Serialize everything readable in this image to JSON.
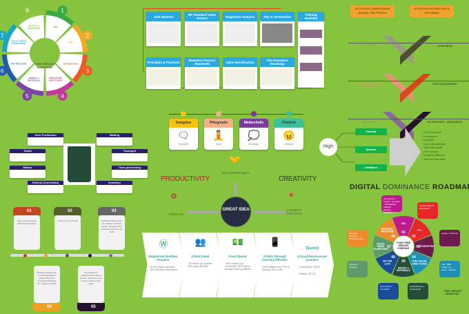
{
  "colors": {
    "background": "#86c440",
    "accent_blue": "#29a9df",
    "arrow_red": "#e8401c",
    "orange": "#f0a330",
    "green_pill": "#13b24b"
  },
  "wheel": {
    "logo": "TREE SERVICE MARKETER",
    "segments": [
      {
        "n": "1",
        "label": "SEO",
        "color": "#3aa843"
      },
      {
        "n": "2",
        "label": "PPC",
        "color": "#f7a823"
      },
      {
        "n": "3",
        "label": "RETARGETING",
        "color": "#ef5a24"
      },
      {
        "n": "4",
        "label": "FIND ONLINE DIRECTORIES",
        "color": "#c23a99"
      },
      {
        "n": "5",
        "label": "REPEAT & REFERRALS",
        "color": "#7a45a5"
      },
      {
        "n": "6",
        "label": "PAY PER LEAD",
        "color": "#1f5bb0"
      },
      {
        "n": "7",
        "label": "SOCIAL MEDIA ADVERTISING",
        "color": "#1aa6c9"
      },
      {
        "n": "8",
        "label": "REFERRAL PROGRAMS",
        "color": "#8dc540"
      }
    ]
  },
  "process": {
    "top": [
      "UOS Element",
      "BP Standard Value Drivers",
      "Diagnostic Analysis",
      "Tips & Termination"
    ],
    "bottom": [
      "Principles & Practices",
      "Business Process Standards",
      "Value Identification",
      "Site Execution Roadmap"
    ],
    "side": "Training Modules"
  },
  "activities": {
    "left_header": "ACTIVITIES UNDERTAKEN DURING THE PERIOD",
    "right_header": "ACTIVITIES IN PROCESS & UPCOMING",
    "rows": [
      {
        "left": "INTERVIEWS",
        "right": "INTERVIEWS",
        "lc": "#9a9a86",
        "rc": "#4a5030"
      },
      {
        "left": "STAFF ENGAGEMENT IN STRUCTURE",
        "right": "STAFF ENGAGEMENT",
        "lc": "#e49478",
        "rc": "#d8481c"
      },
      {
        "left": "NEW STAFF",
        "right": "RECRUITMENT / ASSIGNMENT",
        "lc": "#8a6a98",
        "rc": "#2a1030"
      }
    ]
  },
  "temperaments": [
    {
      "name": "Sanguine",
      "trait": "Optimistic",
      "color": "#f7c20f",
      "icon": "person-speech-icon"
    },
    {
      "name": "Phlegmatic",
      "trait": "Calm",
      "color": "#f5b08a",
      "icon": "meditation-icon"
    },
    {
      "name": "Melancholic",
      "trait": "Nostalgic",
      "color": "#7a3a9e",
      "icon": "thinking-icon"
    },
    {
      "name": "Choleric",
      "trait": "Irritable",
      "color": "#3cbf9a",
      "icon": "angry-icon"
    }
  ],
  "tree": {
    "root": "High",
    "branches": [
      "Potential",
      "Behavior",
      "Limitations"
    ],
    "list": [
      "Can be sarcastic",
      "Unorganized",
      "Impulsive",
      "Trust indiscriminately",
      "Weak with details",
      "Over promise",
      "Emotional decisions",
      "Talk more than listen"
    ]
  },
  "idea": {
    "left": "PRODUCTIVITY",
    "right": "CREATIVITY",
    "top": "SPOT OPPORTUNITY",
    "execute": "EXECUTE",
    "connect": "CONNECT THE DOTS",
    "center": "GREAT IDEA"
  },
  "waste": [
    "Over Production",
    "Waiting",
    "Talent",
    "Transport",
    "Motion",
    "Over-processing",
    "Defects (Correction)",
    "Inventory"
  ],
  "timeline": [
    {
      "n": "01",
      "text": "Plan to be developed 2020 Financial Plan",
      "color": "#c2461f"
    },
    {
      "n": "02",
      "text": "Vendor to be Selected",
      "color": "#555e2a"
    },
    {
      "n": "03",
      "text": "MHCPE Tertiary Grant for Children of Public Sector. Research and extended until June 15, 2020",
      "color": "#666666"
    },
    {
      "n": "04",
      "text": "Review of Group Life Accidental Death & Dismemberment Proposals (National Life, Sagicor & MDS)",
      "color": "#f0a020"
    },
    {
      "n": "05",
      "text": "See Report for additional information (Leave, Comments etc.) for the month of April 2020",
      "color": "#2a1030"
    }
  ],
  "revenue": [
    {
      "title": "Registered Dietitian Practice",
      "desc": "8-10k private practices $30 monthly subscription"
    },
    {
      "title": "Client Panel",
      "desc": "~30 clients per practice 50% adopt [Surely]"
    },
    {
      "title": "Food Spend",
      "desc": "~$1k monthly per household? 50% spend through [Surely] platform"
    },
    {
      "title": "Orders through [Surely] Affiliates",
      "desc": "3-5% affiliate fees 75% to [Surely] 25% to RD"
    },
    {
      "title": "Annual Revenue per practice",
      "brand": "[Surely]",
      "sub": "Subscription: $XXX",
      "aff": "Affiliate: $27XX"
    }
  ],
  "roadmap": {
    "title_a": "DIGITAL",
    "title_b": "DOMINANCE",
    "title_c": "ROADMAP",
    "center": "YOUR TREE SERVICE COMPANY",
    "segments": [
      {
        "n": "01",
        "label": "SEO",
        "color": "#c2188f"
      },
      {
        "n": "02",
        "label": "PPC",
        "color": "#e8262a"
      },
      {
        "n": "03",
        "label": "RETARGETING",
        "color": "#6d1b4f"
      },
      {
        "n": "04",
        "label": "FIND ONLINE DIRECTORIES",
        "color": "#1f8fb5"
      },
      {
        "n": "05",
        "label": "REPEAT & REFERRALS",
        "color": "#264d3a"
      },
      {
        "n": "06",
        "label": "PAY PER LEAD",
        "color": "#1a4a9a"
      },
      {
        "n": "07",
        "label": "SOCIAL MEDIA ADVERTISING",
        "color": "#5e9a6e"
      },
      {
        "n": "08",
        "label": "REFERRAL PROGRAMS",
        "color": "#f08a2a"
      }
    ],
    "boxes": [
      "Google AdWords · Bing Search",
      "Google · Facebook",
      "Yelp · BBB · Angies List · Houzz · Nextdoor",
      "Email Marketing · Social Media",
      "HomeAdvisor · Thumbtack",
      "Facebook · Instagram",
      "Gift Cards · Discounts · Referral Program",
      "Site Structure · Content · On-Page · Link Building · Citations · Mapping · Reputation"
    ],
    "logo": "TREE SERVICE MARKETER"
  }
}
